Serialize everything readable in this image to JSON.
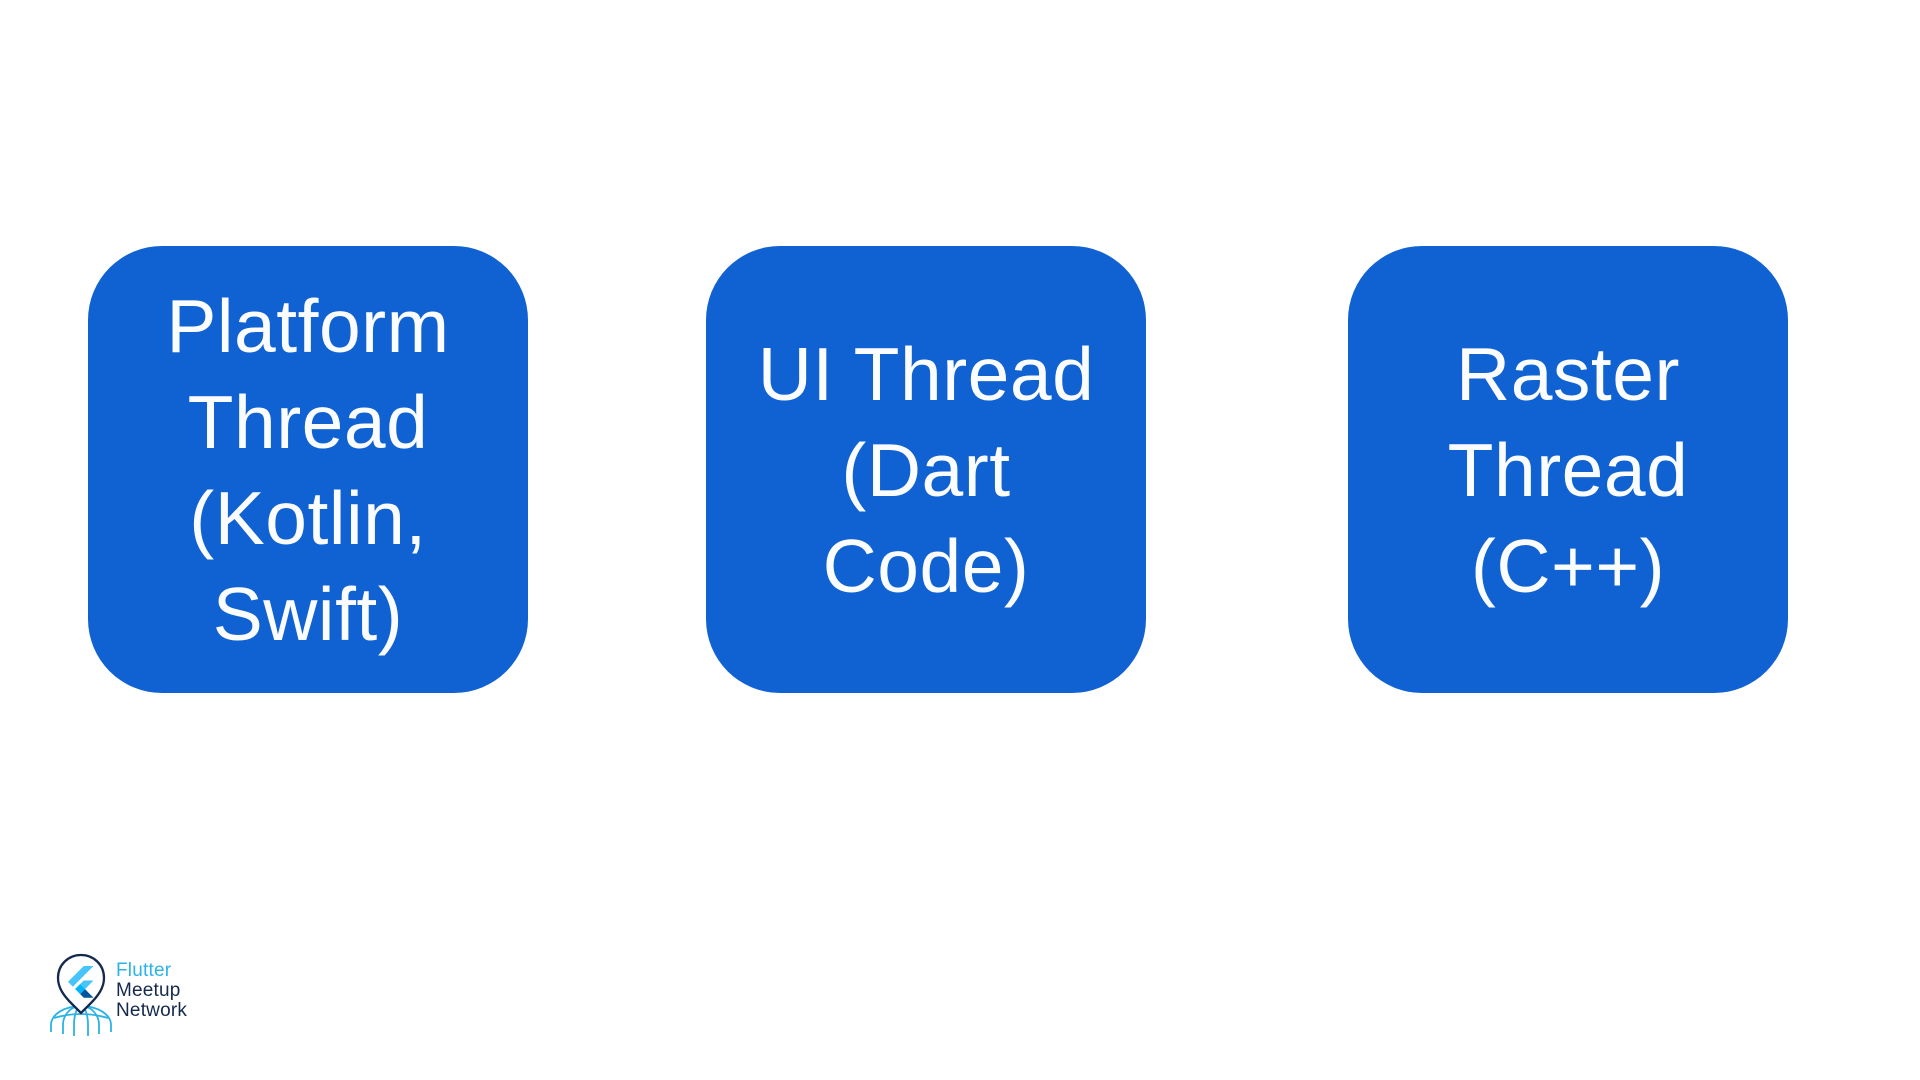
{
  "slide": {
    "background": "#ffffff"
  },
  "colors": {
    "box_blue": "#1062d2",
    "box_text": "#fafcfe",
    "logo_light_blue": "#2bb3e8",
    "logo_navy": "#14294e",
    "flutter_light": "#47c5fb",
    "flutter_mid": "#00b5f8",
    "flutter_dark": "#00569e"
  },
  "diagram": {
    "boxes": [
      {
        "name": "platform-thread",
        "label": "Platform Thread (Kotlin, Swift)",
        "lines": [
          "Platform",
          "Thread",
          "(Kotlin,",
          "Swift)"
        ]
      },
      {
        "name": "ui-thread",
        "label": "UI Thread (Dart Code)",
        "lines": [
          "UI Thread",
          "(Dart",
          "Code)"
        ]
      },
      {
        "name": "raster-thread",
        "label": "Raster Thread (C++)",
        "lines": [
          "Raster",
          "Thread",
          "(C++)"
        ]
      }
    ]
  },
  "logo": {
    "icon": "flutter-pin-globe",
    "lines": [
      {
        "text": "Flutter"
      },
      {
        "text": "Meetup"
      },
      {
        "text": "Network"
      }
    ]
  }
}
